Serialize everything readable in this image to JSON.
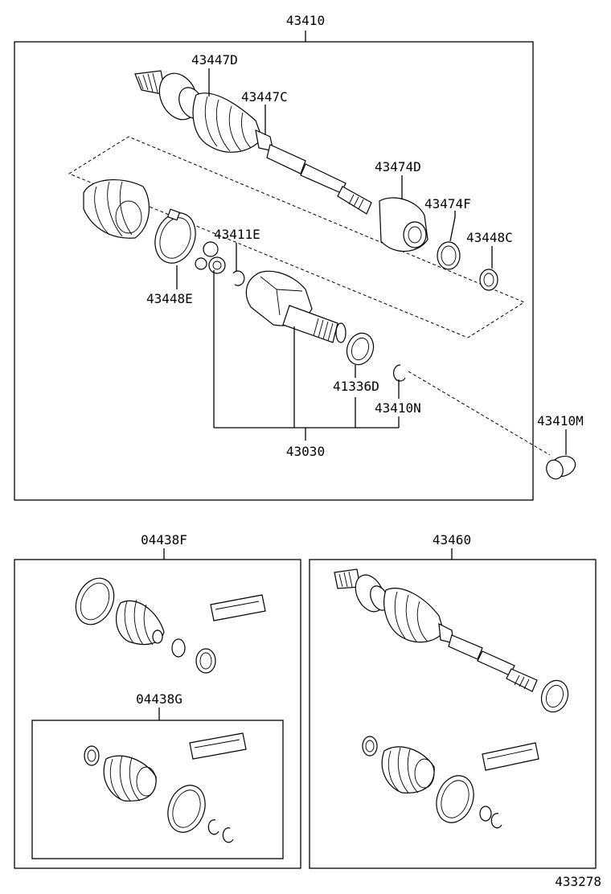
{
  "labels": {
    "assembly_main": "43410",
    "p43447D": "43447D",
    "p43447C": "43447C",
    "p43474D": "43474D",
    "p43474F": "43474F",
    "p43448C": "43448C",
    "p43411E": "43411E",
    "p43448E": "43448E",
    "p41336D": "41336D",
    "p43410N": "43410N",
    "p43030": "43030",
    "p43410M": "43410M",
    "kit_04438F": "04438F",
    "kit_04438G": "04438G",
    "assembly_43460": "43460",
    "figure_id": "433278"
  }
}
